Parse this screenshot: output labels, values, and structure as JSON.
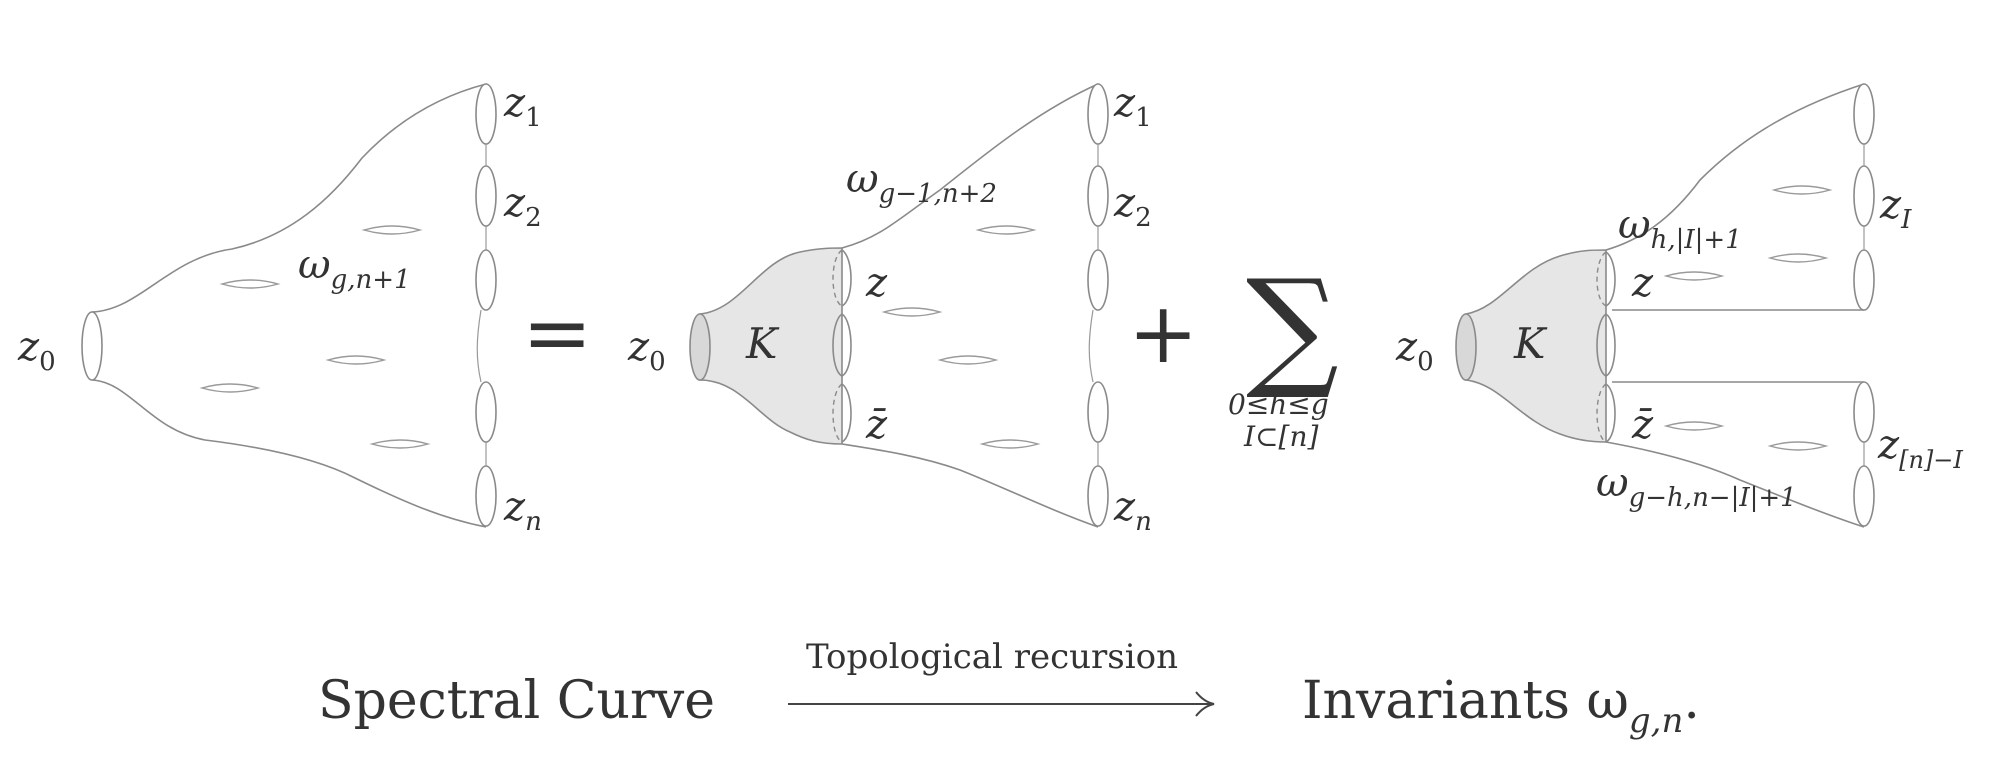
{
  "labels": {
    "z0": "z",
    "z0_sub": "0",
    "z1": "z",
    "z1_sub": "1",
    "z2": "z",
    "z2_sub": "2",
    "zn": "z",
    "zn_sub": "n",
    "omega_left": "ω",
    "omega_left_sub": "g,n+1",
    "equals": "=",
    "omega_mid": "ω",
    "omega_mid_sub": "g−1,n+2",
    "K": "K",
    "z": "z",
    "zbar": "z̄",
    "plus": "+",
    "sum": "∑",
    "sum_cond1": "0≤h≤g",
    "sum_cond2": "I⊂[n]",
    "omega_top": "ω",
    "omega_top_sub": "h,|I|+1",
    "zI": "z",
    "zI_sub": "I",
    "omega_bottom": "ω",
    "omega_bottom_sub": "g−h,n−|I|+1",
    "zrest": "z",
    "zrest_sub": "[n]−I"
  },
  "footer": {
    "left": "Spectral Curve",
    "arrow_label": "Topological recursion",
    "right": "Invariants ω",
    "right_sub": "g,n",
    "right_end": "."
  }
}
